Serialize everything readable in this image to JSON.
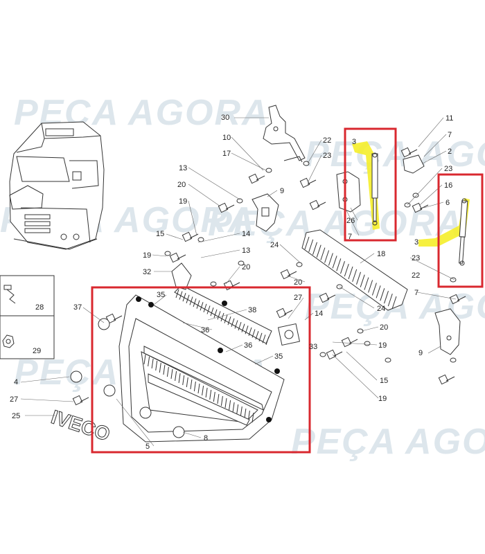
{
  "watermarks": [
    "PEÇA AGORA",
    "PEÇA AGORA",
    "PEÇA AGORA",
    "PEÇA AGORA",
    "PEÇA AGORA",
    "PEÇA AGORA",
    "PEÇA AGORA"
  ],
  "emblem_text": "IVECO",
  "highlight_color": "#d9282f",
  "marker_color": "#f5ee2a",
  "callouts": [
    {
      "id": "c30a",
      "text": "30"
    },
    {
      "id": "c10",
      "text": "10"
    },
    {
      "id": "c17",
      "text": "17"
    },
    {
      "id": "c13a",
      "text": "13"
    },
    {
      "id": "c20a",
      "text": "20"
    },
    {
      "id": "c19a",
      "text": "19"
    },
    {
      "id": "c15a",
      "text": "15"
    },
    {
      "id": "c19b",
      "text": "19"
    },
    {
      "id": "c32",
      "text": "32"
    },
    {
      "id": "c14a",
      "text": "14"
    },
    {
      "id": "c13b",
      "text": "13"
    },
    {
      "id": "c20b",
      "text": "20"
    },
    {
      "id": "c9a",
      "text": "9"
    },
    {
      "id": "c22a",
      "text": "22"
    },
    {
      "id": "c23a",
      "text": "23"
    },
    {
      "id": "c26",
      "text": "26"
    },
    {
      "id": "c7a",
      "text": "7"
    },
    {
      "id": "c3a",
      "text": "3"
    },
    {
      "id": "c11",
      "text": "11"
    },
    {
      "id": "c7b",
      "text": "7"
    },
    {
      "id": "c2",
      "text": "2"
    },
    {
      "id": "c23b",
      "text": "23"
    },
    {
      "id": "c16",
      "text": "16"
    },
    {
      "id": "c6",
      "text": "6"
    },
    {
      "id": "c3b",
      "text": "3"
    },
    {
      "id": "c23c",
      "text": "23"
    },
    {
      "id": "c22b",
      "text": "22"
    },
    {
      "id": "c7c",
      "text": "7"
    },
    {
      "id": "c9b",
      "text": "9"
    },
    {
      "id": "c24a",
      "text": "24"
    },
    {
      "id": "c18",
      "text": "18"
    },
    {
      "id": "c20c",
      "text": "20"
    },
    {
      "id": "c24b",
      "text": "24"
    },
    {
      "id": "c27a",
      "text": "27"
    },
    {
      "id": "c14b",
      "text": "14"
    },
    {
      "id": "c20d",
      "text": "20"
    },
    {
      "id": "c19c",
      "text": "19"
    },
    {
      "id": "c15b",
      "text": "15"
    },
    {
      "id": "c19d",
      "text": "19"
    },
    {
      "id": "c33",
      "text": "33"
    },
    {
      "id": "c28",
      "text": "28"
    },
    {
      "id": "c29",
      "text": "29"
    },
    {
      "id": "c37",
      "text": "37"
    },
    {
      "id": "c4",
      "text": "4"
    },
    {
      "id": "c27b",
      "text": "27"
    },
    {
      "id": "c25",
      "text": "25"
    },
    {
      "id": "c35a",
      "text": "35"
    },
    {
      "id": "c38",
      "text": "38"
    },
    {
      "id": "c36a",
      "text": "36"
    },
    {
      "id": "c36b",
      "text": "36"
    },
    {
      "id": "c35b",
      "text": "35"
    },
    {
      "id": "c5",
      "text": "5"
    },
    {
      "id": "c8",
      "text": "8"
    }
  ]
}
